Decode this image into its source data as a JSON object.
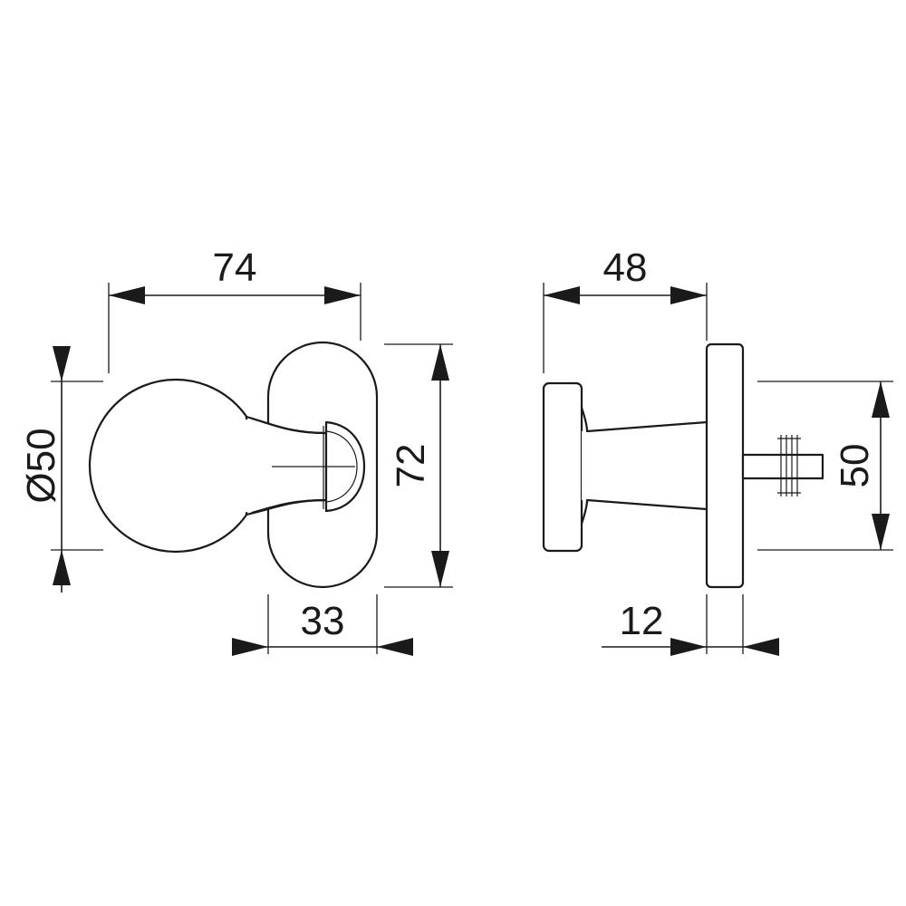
{
  "drawing": {
    "colors": {
      "line": "#1a1a1a",
      "background": "#ffffff"
    },
    "front_view": {
      "width_label": "74",
      "rosette_height_label": "72",
      "knob_diameter_label": "Ø50",
      "rosette_width_label": "33"
    },
    "side_view": {
      "depth_label": "48",
      "rosette_thickness_label": "12",
      "knob_diameter_label": "50"
    }
  }
}
